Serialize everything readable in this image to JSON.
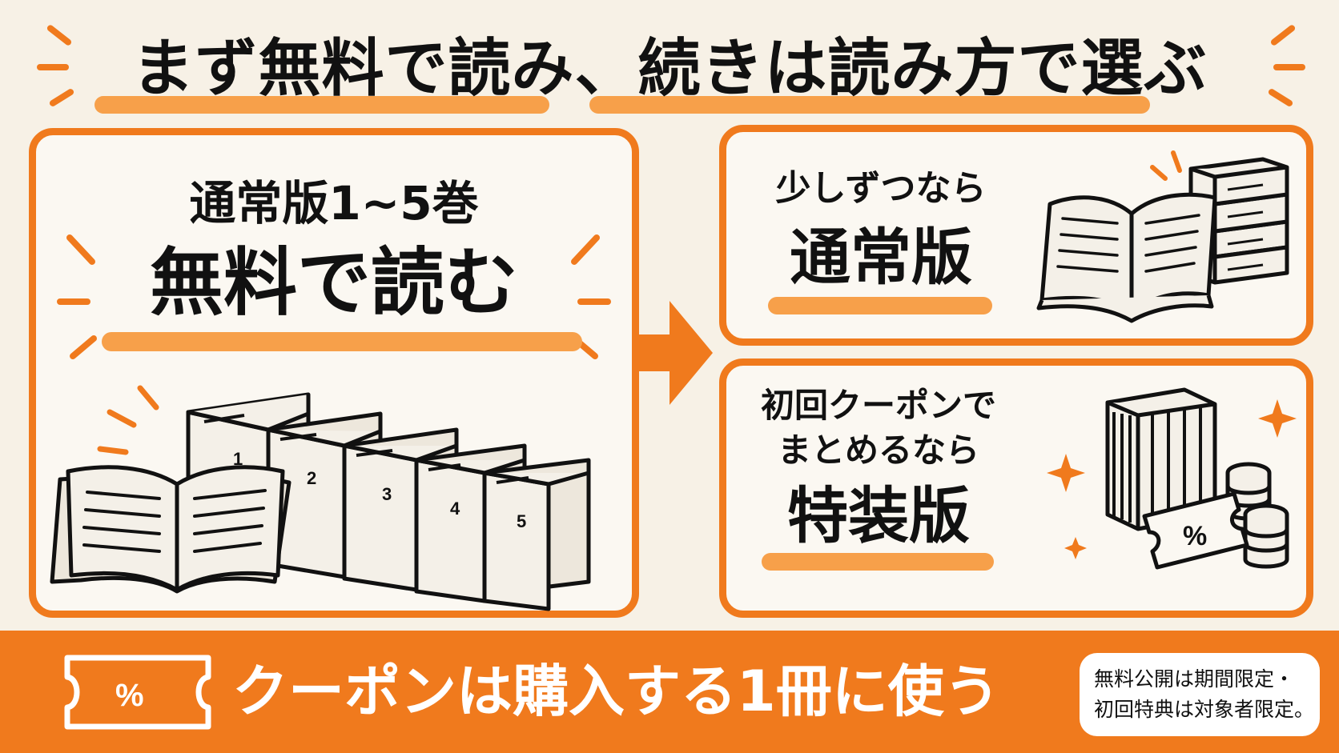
{
  "title": "まず無料で読み、続きは読み方で選ぶ",
  "left_panel": {
    "subtitle": "通常版1~5巻",
    "headline": "無料で読む",
    "volume_numbers": [
      "1",
      "2",
      "3",
      "4",
      "5"
    ]
  },
  "right_top_panel": {
    "subtitle": "少しずつなら",
    "headline": "通常版"
  },
  "right_bottom_panel": {
    "subtitle_lines": [
      "初回クーポンで",
      "まとめるなら"
    ],
    "headline": "特装版",
    "ticket_symbol": "%"
  },
  "banner": {
    "ticket_symbol": "%",
    "text": "クーポンは購入する1冊に使う",
    "note_lines": [
      "無料公開は期間限定・",
      "初回特典は対象者限定。"
    ]
  },
  "colors": {
    "accent": "#f07a1d",
    "highlight": "#f7a04a",
    "background": "#f7f1e6",
    "panel": "#fbf8f2",
    "ink": "#111111"
  },
  "icons": [
    "open-book-icon",
    "book-stack-icon",
    "box-set-icon",
    "coin-stack-icon",
    "coupon-ticket-icon",
    "sparkle-icon",
    "arrow-right-icon"
  ]
}
